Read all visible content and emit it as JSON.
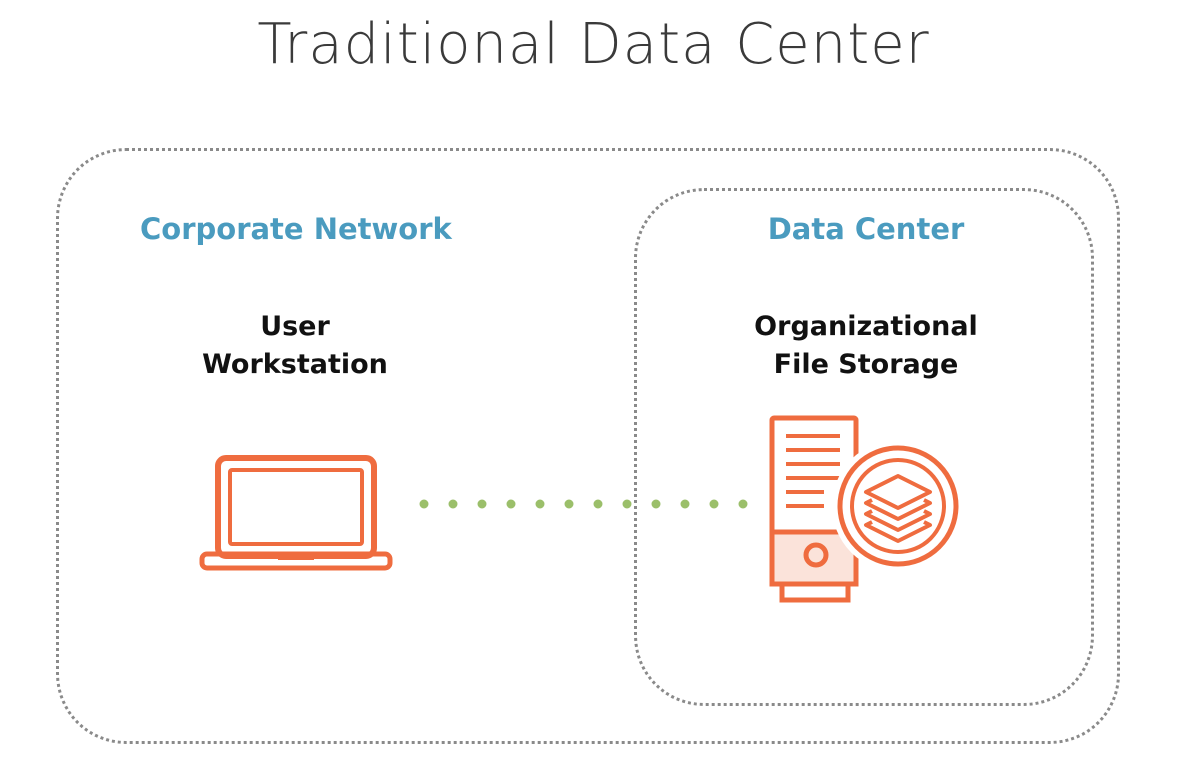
{
  "title": "Traditional Data Center",
  "corporate_network": {
    "label": "Corporate Network",
    "node": {
      "line1": "User",
      "line2": "Workstation",
      "icon": "laptop-icon"
    }
  },
  "data_center": {
    "label": "Data Center",
    "node": {
      "line1": "Organizational",
      "line2": "File Storage",
      "icon": "file-server-storage-icon"
    }
  },
  "colors": {
    "title": "#3a3a3a",
    "section_label": "#4a9bbf",
    "icon_stroke": "#ef6c3f",
    "connector": "#9bbf6a",
    "boundary": "#8a8a8a"
  }
}
